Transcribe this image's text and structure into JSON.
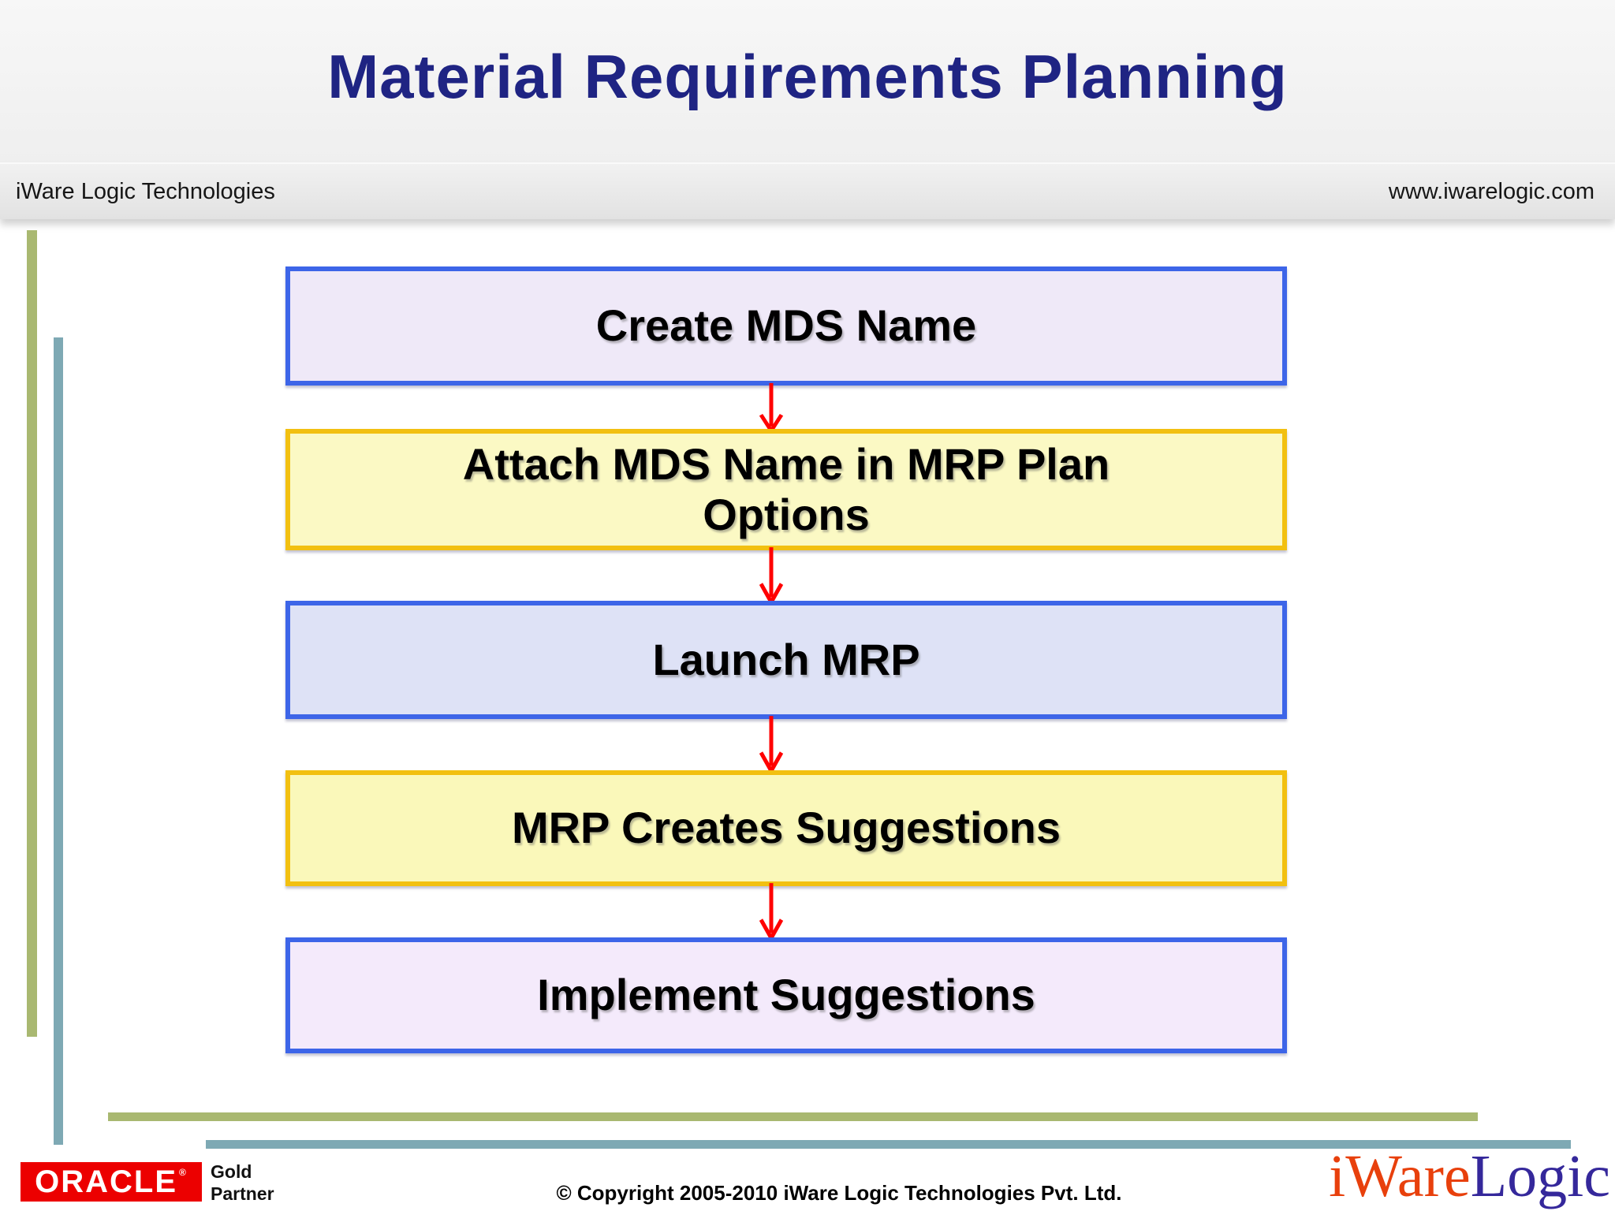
{
  "title": "Material Requirements Planning",
  "header": {
    "left": "iWare Logic Technologies",
    "right": "www.iwarelogic.com"
  },
  "flow": {
    "type": "flowchart",
    "direction": "top-down",
    "steps": [
      {
        "label": "Create MDS Name",
        "fill": "#efe9f8",
        "border": "#3d65e8"
      },
      {
        "label": "Attach MDS Name in MRP Plan Options",
        "fill": "#fbf9c4",
        "border": "#f2c011"
      },
      {
        "label": "Launch MRP",
        "fill": "#dee2f6",
        "border": "#3d65e8"
      },
      {
        "label": "MRP Creates Suggestions",
        "fill": "#faf8ba",
        "border": "#f2c011"
      },
      {
        "label": "Implement Suggestions",
        "fill": "#f4eafb",
        "border": "#3d65e8"
      }
    ],
    "connector_icon": "down-arrow-icon",
    "connector_color": "#ff0000"
  },
  "footer": {
    "oracle_text": "ORACLE",
    "oracle_reg": "®",
    "partner_line1": "Gold",
    "partner_line2": "Partner",
    "copyright": "© Copyright 2005-2010 iWare Logic Technologies Pvt. Ltd.",
    "brand": {
      "part1": "iWare",
      "part2": "Logic"
    }
  },
  "colors": {
    "title_navy": "#1f2483",
    "border_blue": "#3d65e8",
    "border_gold": "#f2c011",
    "arrow_red": "#ff0000",
    "oracle_red": "#ec0000",
    "brand_orange": "#e8400c",
    "brand_purple": "#35289b",
    "accent_olive": "#a9b871",
    "accent_teal": "#7ea9b4"
  }
}
